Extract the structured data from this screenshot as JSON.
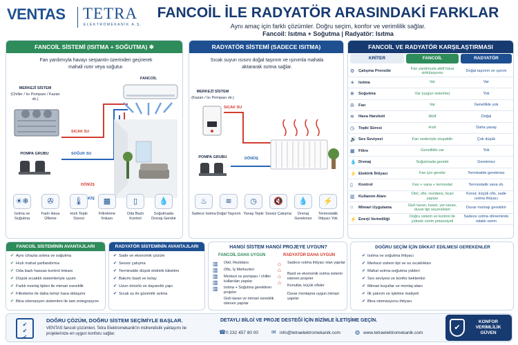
{
  "header": {
    "logo_left": "VENTAS",
    "logo_right": "TETRA",
    "logo_right_sub": "ELEKTROMEKANİK A.Ş.",
    "title": "FANCOİL İLE RADYATÖR ARASINDAKİ FARKLAR",
    "subtitle1": "Aynı amaç için farklı çözümler. Doğru seçim, konfor ve verimlilik sağlar.",
    "subtitle2": "Fancoil: Isıtma + Soğutma  |  Radyatör: Isıtma"
  },
  "fancoil": {
    "header": "FANCOİL SİSTEMİ (ISITMA + SOĞUTMA)",
    "desc": "Fan yardımıyla havayı serpantin üzerinden geçirerek mahali ısıtır veya soğutur.",
    "chiller_title": "MERKEZİ SİSTEM",
    "chiller_sub": "(Chiller / Isı Pompası / Kazan vb.)",
    "pump": "POMPA GRUBU",
    "unit_label": "FANCOİL",
    "hot": "SICAK SU",
    "cold": "SOĞUK SU",
    "return1": "DÖNÜŞ",
    "return2": "DÖNÜŞ",
    "features": [
      "Isıtma ve Soğutma",
      "Fanlı Hava Üfleme",
      "Hızlı Tepki Süresi",
      "Filtreleme İmkanı",
      "Oda Bazlı Kontrol",
      "Soğutmada Drenaj Gerekir"
    ]
  },
  "radiator": {
    "header": "RADYATÖR SİSTEMİ (SADECE ISITMA)",
    "desc": "Sıcak suyun ısısını doğal taşınım ve ışınımla mahala aktararak ısıtma sağlar.",
    "system_title": "MERKEZİ SİSTEM",
    "system_sub": "(Kazan / Isı Pompası vb.)",
    "pump": "POMPA GRUBU",
    "hot": "SICAK SU",
    "ret": "DÖNÜŞ",
    "features": [
      "Sadece Isıtma",
      "Doğal Taşınım",
      "Yavaş Tepki",
      "Sessiz Çalışma",
      "Drenaj Gerekmez",
      "Termostatik İhtiyacı Yok"
    ]
  },
  "compare": {
    "header": "FANCOİL VE RADYATÖR KARŞILAŞTIRMASI",
    "col_k": "KRİTER",
    "col_f": "FANCOİL",
    "col_r": "RADYATÖR",
    "rows": [
      {
        "k": "Çalışma Prensibi",
        "f": "Fan yardımıyla aktif hava sirkülasyonu",
        "r": "Doğal taşınım ve ışınım"
      },
      {
        "k": "Isıtma",
        "f": "Var",
        "r": "Var"
      },
      {
        "k": "Soğutma",
        "f": "Var (uygun sistemle)",
        "r": "Yok"
      },
      {
        "k": "Fan",
        "f": "Var",
        "r": "Genellikle yok"
      },
      {
        "k": "Hava Hareketi",
        "f": "Aktif",
        "r": "Doğal"
      },
      {
        "k": "Tepki Süresi",
        "f": "Hızlı",
        "r": "Daha yavaş"
      },
      {
        "k": "Ses Seviyesi",
        "f": "Fan nedeniyle oluşabilir",
        "r": "Çok düşük"
      },
      {
        "k": "Filtre",
        "f": "Genellikle var",
        "r": "Yok"
      },
      {
        "k": "Drenaj",
        "f": "Soğutmada gerekir",
        "r": "Gerekmez"
      },
      {
        "k": "Elektrik İhtiyacı",
        "f": "Fan için gerekir",
        "r": "Terminalde gerekmez"
      },
      {
        "k": "Kontrol",
        "f": "Fan + vana + termostat",
        "r": "Termostatik vana vb."
      },
      {
        "k": "Kullanım Alanı",
        "f": "Otel, ofis, rezidans, ticari yapılar",
        "r": "Konut, küçük ofis, sade ısıtma ihtiyacı"
      },
      {
        "k": "Mimari Uygulama",
        "f": "Gizli tavan, kaset, yer-tavan, duvar tipi seçenekleri",
        "r": "Duvar montajı gerektirir"
      },
      {
        "k": "Enerji Verimliliği",
        "f": "Doğru sistem ve kontrol ile yüksek verim potansiyeli",
        "r": "Sadece ısıtma döneminde odaklı verim"
      }
    ]
  },
  "adv_f": {
    "header": "FANCOİL SİSTEMİNİN AVANTAJLARI",
    "items": [
      "Aynı cihazla ısıtma ve soğutma",
      "Hızlı mahal şartlandırma",
      "Oda bazlı hassas kontrol imkanı",
      "Düşük sıcaklık sistemleriyle uyum",
      "Farklı montaj tipleri ile mimari esneklik",
      "Filtreleme ile daha temiz hava dolaşımı",
      "Bina otomasyon sistemleri ile tam entegrasyon"
    ]
  },
  "adv_r": {
    "header": "RADYATÖR SİSTEMİNİN AVANTAJLARI",
    "items": [
      "Sade ve ekonomik çözüm",
      "Sessiz çalışma",
      "Terminalde düşük elektrik tüketimi",
      "Bakımı basit ve kolay",
      "Uzun ömürlü ve dayanıklı yapı",
      "Sıcak su ile güvenilir ısıtma"
    ]
  },
  "which": {
    "header": "HANGİ SİSTEM HANGİ PROJEYE UYGUN?",
    "f_title": "FANCOİL DAHA UYGUN",
    "f_items": [
      "Otel, Rezidans",
      "Ofis, İş Merkezleri",
      "Merkezi ısı pompası / chiller kullanılan yapılar",
      "Isıtma + Soğutma gerektiren projeler",
      "Gizli tavan ve mimari esneklik istenen yapılar"
    ],
    "r_title": "RADYATÖR DAHA UYGUN",
    "r_items": [
      "Sadece ısıtma ihtiyacı olan yapılar",
      "Basit ve ekonomik ısıtma sistemi istenen projeler",
      "Konutlar, küçük ofisler",
      "Duvar montajına uygun mimari yapılar"
    ]
  },
  "tips": {
    "header": "DOĞRU SEÇİM İÇİN DİKKAT EDİLMESİ GEREKENLER",
    "items": [
      "Isıtma ve soğutma ihtiyacı",
      "Merkezi sistem tipi ve su sıcaklıkları",
      "Mahal ısıtma-soğutma yükleri",
      "Ses seviyesi ve konfor beklentisi",
      "Mimari koşullar ve montaj alanı",
      "İlk yatırım ve işletme maliyeti",
      "Bina otomasyonu ihtiyacı"
    ]
  },
  "footer": {
    "title": "DOĞRU ÇÖZÜM, DOĞRU SİSTEM SEÇİMİYLE BAŞLAR.",
    "text": "VENTAS fancoil çözümleri, Tetra Elektromekanik'in mühendislik yaklaşımı ile projelerinize en uygun konforu sağlar.",
    "cta": "DETAYLI BİLGİ VE PROJE DESTEĞİ İÇİN BİZİMLE İLETİŞİME GEÇİN.",
    "phone": "0 232 457 80 00",
    "email": "info@tetraelektromekanik.com",
    "web": "www.tetraelektromekanik.com",
    "badge": "KONFOR VERİMLİLİK GÜVEN"
  },
  "colors": {
    "green": "#2e8b5a",
    "blue": "#1d4f91",
    "navy": "#173a70",
    "hot": "#d23b2f",
    "cold": "#2563b5"
  }
}
